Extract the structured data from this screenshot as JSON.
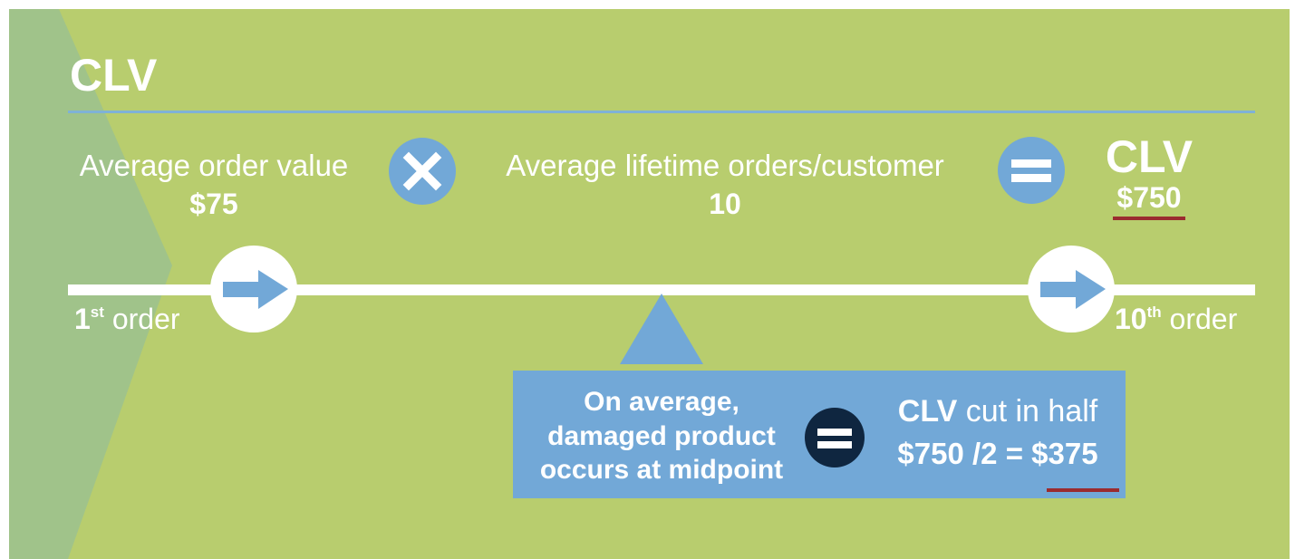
{
  "title": "CLV",
  "formula": {
    "avg_order_label": "Average order value",
    "avg_order_value": "$75",
    "multiply_icon": "multiply-icon",
    "avg_orders_label": "Average lifetime orders/customer",
    "avg_orders_value": "10",
    "equals_icon": "equals-icon",
    "result_label": "CLV",
    "result_value": "$750"
  },
  "timeline": {
    "start_number": "1",
    "start_suffix": "st",
    "start_word": "order",
    "end_number": "10",
    "end_suffix": "th",
    "end_word": "order",
    "arrow_icon": "arrow-right-icon",
    "pointer_icon": "triangle-up-icon"
  },
  "callout": {
    "line1": "On average,",
    "line2": "damaged product",
    "line3": "occurs at midpoint",
    "equals_icon": "equals-icon",
    "clv_word": "CLV",
    "clv_rest": " cut in half",
    "calc_prefix": "$750 /2 = ",
    "calc_result": "$375"
  },
  "colors": {
    "background": "#b8cd6e",
    "wedge": "#a0c38a",
    "accent_blue": "#72a8d7",
    "underline_red": "#9a2b2f",
    "dark_navy": "#0f2640",
    "text": "#ffffff"
  }
}
